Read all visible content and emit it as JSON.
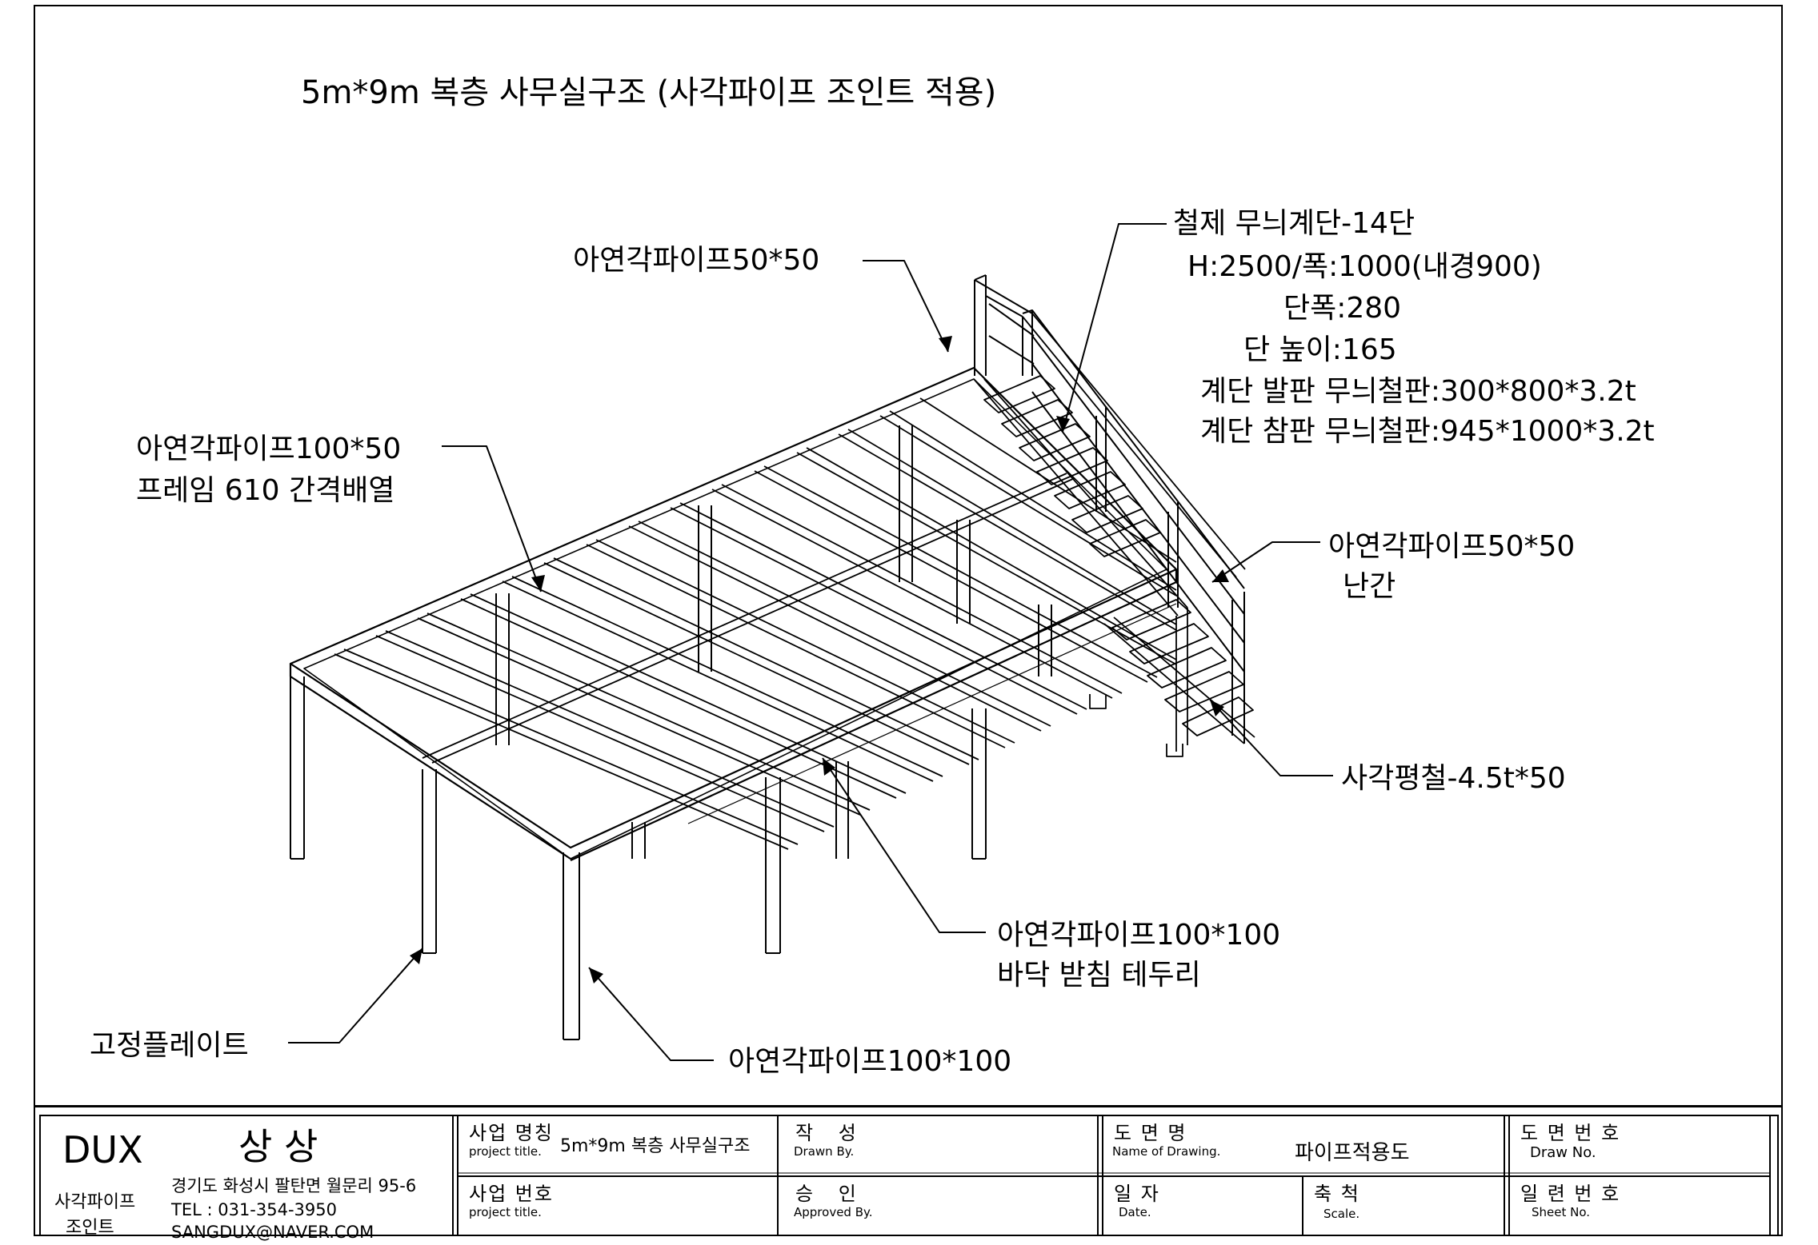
{
  "title": "5m*9m 복층 사무실구조 (사각파이프 조인트 적용)",
  "callouts": {
    "top_pipe": "아연각파이프50*50",
    "stair_title": "철제 무늬계단-14단",
    "stair_h": "H:2500/폭:1000(내경900)",
    "stair_width": "단폭:280",
    "stair_height": "단 높이:165",
    "stair_plate1": "계단 발판 무늬철판:300*800*3.2t",
    "stair_plate2": "계단 참판 무늬철판:945*1000*3.2t",
    "frame_pipe": "아연각파이프100*50",
    "frame_spacing": "프레임 610 간격배열",
    "rail_pipe": "아연각파이프50*50",
    "rail_label": "난간",
    "flat_bar": "사각평철-4.5t*50",
    "edge_pipe": "아연각파이프100*100",
    "edge_label": "바닥 받침 테두리",
    "fix_plate": "고정플레이트",
    "column_pipe": "아연각파이프100*100"
  },
  "title_block": {
    "brand": "DUX",
    "brand_kr": "상 상",
    "company_line1": "사각파이프",
    "company_line2": "조인트",
    "address": "경기도 화성시 팔탄면 월문리 95-6",
    "tel": "TEL : 031-354-3950",
    "email": "SANGDUX@NAVER.COM",
    "project_name_kr": "사업 명칭",
    "project_name_en": "project title.",
    "project_name_value": "5m*9m 복층 사무실구조",
    "project_no_kr": "사업 번호",
    "project_no_en": "project title.",
    "drawn_kr": "작 성",
    "drawn_en": "Drawn By.",
    "approved_kr": "승 인",
    "approved_en": "Approved By.",
    "drawing_name_kr": "도 면 명",
    "drawing_name_en": "Name of Drawing.",
    "drawing_name_value": "파이프적용도",
    "date_kr": "일 자",
    "date_en": "Date.",
    "scale_kr": "축 척",
    "scale_en": "Scale.",
    "draw_no_kr": "도 면 번 호",
    "draw_no_en": "Draw No.",
    "sheet_no_kr": "일 련 번 호",
    "sheet_no_en": "Sheet No."
  }
}
